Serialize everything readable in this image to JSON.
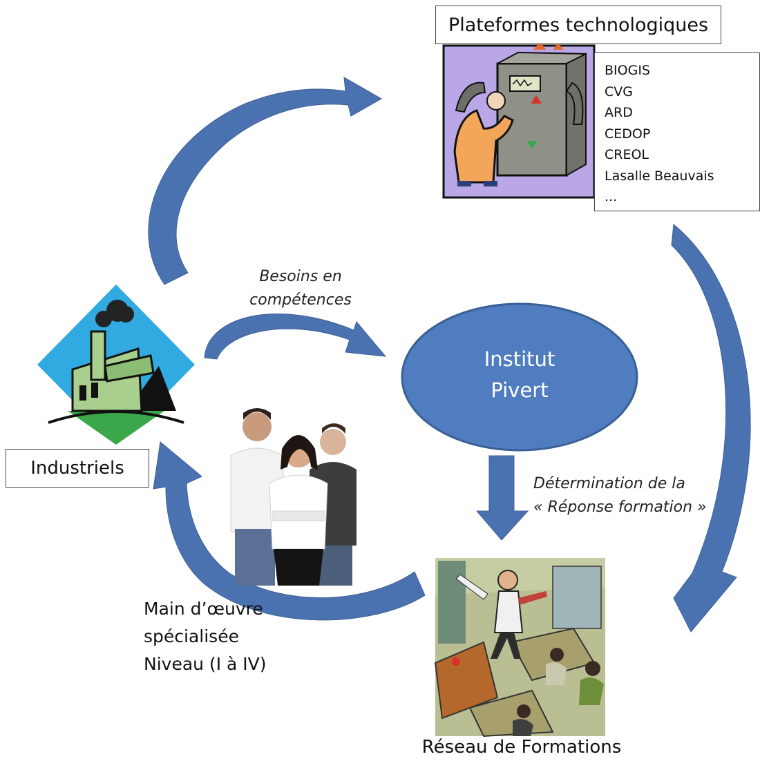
{
  "platforms": {
    "title": "Plateformes technologiques",
    "items": [
      "BIOGIS",
      "CVG",
      "ARD",
      "CEDOP",
      "CREOL",
      "Lasalle Beauvais",
      "..."
    ]
  },
  "industry": {
    "label": "Industriels"
  },
  "center": {
    "line1": "Institut",
    "line2": "Pivert"
  },
  "needs": {
    "line1": "Besoins en",
    "line2": "compétences"
  },
  "determination": {
    "line1": "Détermination de la",
    "line2": "« Réponse formation »"
  },
  "workforce": {
    "line1": "Main d’œuvre",
    "line2": "spécialisée",
    "line3": "Niveau (I à IV)"
  },
  "training": {
    "label": "Réseau de Formations"
  },
  "colors": {
    "arrow": "#4a72b0",
    "ellipse": "#4f7dc0",
    "ellipse_border": "#3a5f96"
  }
}
